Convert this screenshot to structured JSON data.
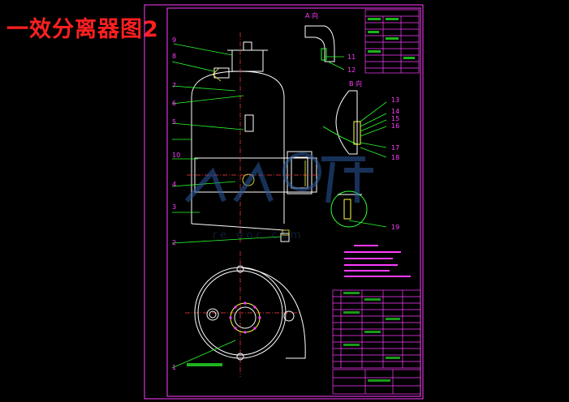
{
  "title": "一效分离器图2",
  "watermark": "re      doc.com",
  "section_labels": [
    "A 向",
    "B 向"
  ],
  "callouts": [
    "1",
    "2",
    "3",
    "4",
    "5",
    "6",
    "7",
    "8",
    "9",
    "10",
    "11",
    "12",
    "13",
    "14",
    "15",
    "16",
    "17",
    "18",
    "19"
  ],
  "colors": {
    "frame": "#ff3cff",
    "outline": "#ffffff",
    "leader": "#2cff2c",
    "accent": "#ffff40",
    "title": "#ff2020"
  }
}
